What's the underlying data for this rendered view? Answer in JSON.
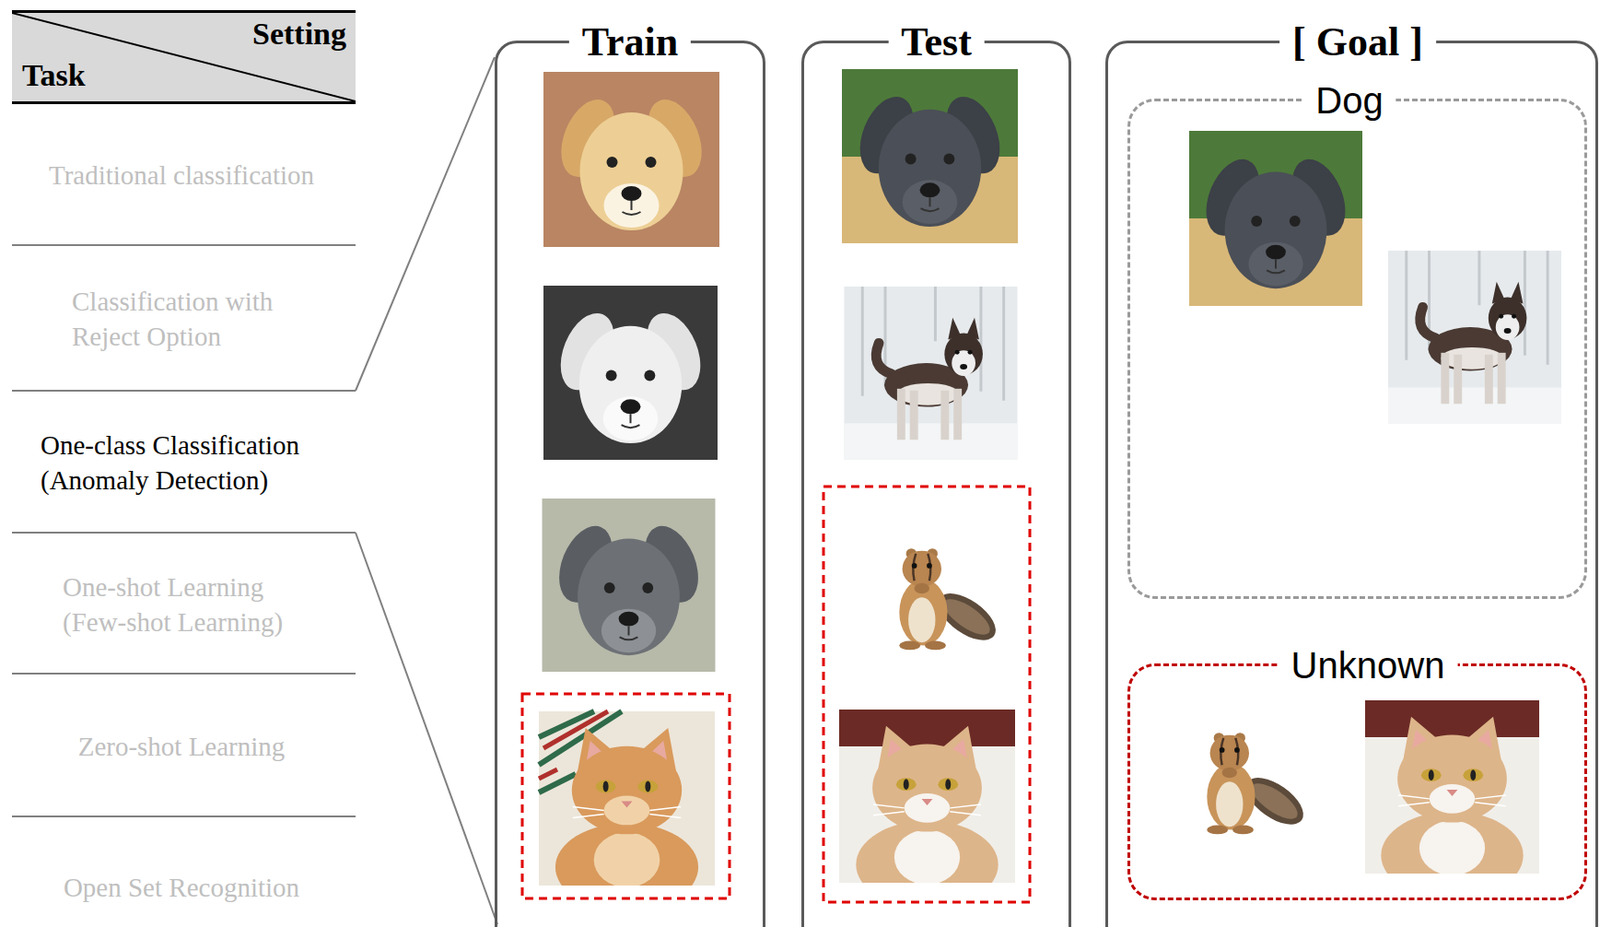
{
  "diagram": {
    "nodes": [
      {
        "text": [
          "Setting",
          "Task"
        ]
      },
      {
        "text": [
          "Train"
        ]
      },
      {
        "text": [
          "Test"
        ]
      },
      {
        "text": [
          "[ Goal ]"
        ]
      },
      {
        "text": [
          "Dog"
        ],
        "in": 3
      },
      {
        "text": [
          "Unknown"
        ],
        "in": 3
      }
    ],
    "labels": [
      "Traditional classification",
      "Classification with Reject Option",
      "One-class Classification (Anomaly Detection)",
      "One-shot Learning (Few-shot Learning)",
      "Zero-shot Learning",
      "Open Set Recognition"
    ]
  }
}
